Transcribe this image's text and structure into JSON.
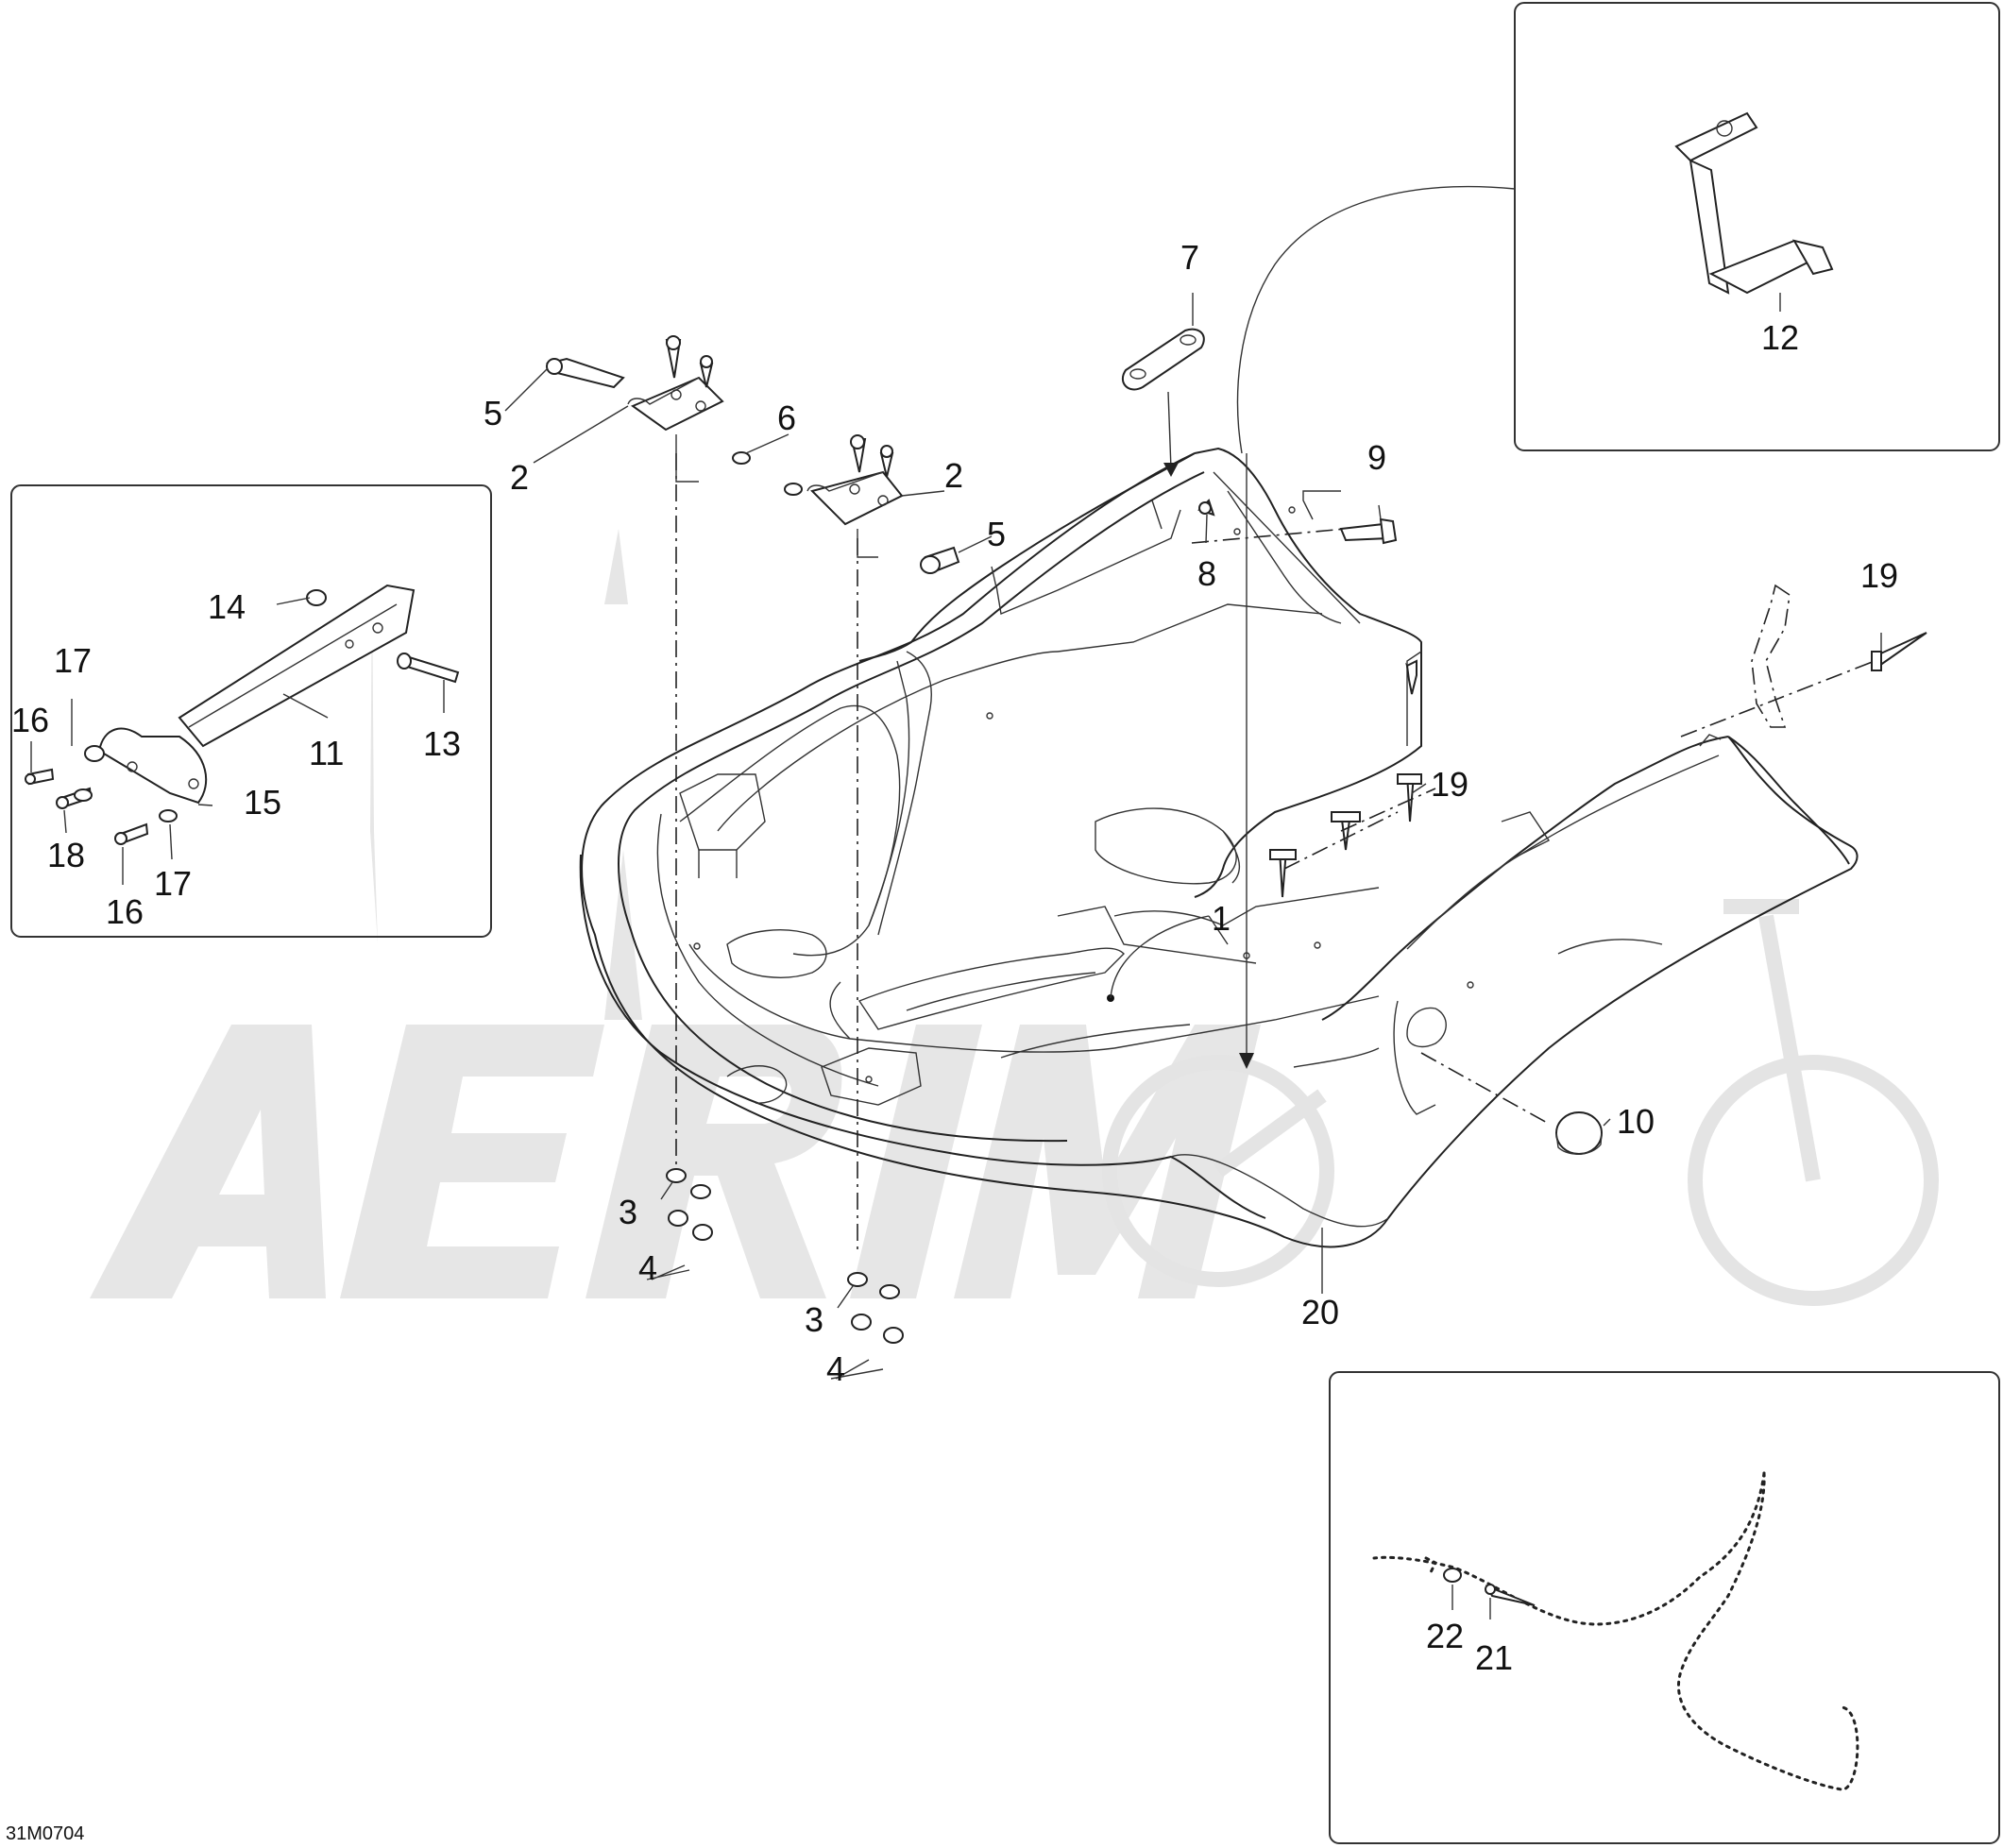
{
  "diagram": {
    "drawing_code": "31M0704",
    "callouts": [
      {
        "id": "c1",
        "label": "1"
      },
      {
        "id": "c2a",
        "label": "2"
      },
      {
        "id": "c2b",
        "label": "2"
      },
      {
        "id": "c3a",
        "label": "3"
      },
      {
        "id": "c3b",
        "label": "3"
      },
      {
        "id": "c4a",
        "label": "4"
      },
      {
        "id": "c4b",
        "label": "4"
      },
      {
        "id": "c5a",
        "label": "5"
      },
      {
        "id": "c5b",
        "label": "5"
      },
      {
        "id": "c6",
        "label": "6"
      },
      {
        "id": "c7",
        "label": "7"
      },
      {
        "id": "c8",
        "label": "8"
      },
      {
        "id": "c9",
        "label": "9"
      },
      {
        "id": "c10",
        "label": "10"
      },
      {
        "id": "c11",
        "label": "11"
      },
      {
        "id": "c12",
        "label": "12"
      },
      {
        "id": "c13",
        "label": "13"
      },
      {
        "id": "c14",
        "label": "14"
      },
      {
        "id": "c15",
        "label": "15"
      },
      {
        "id": "c16a",
        "label": "16"
      },
      {
        "id": "c16b",
        "label": "16"
      },
      {
        "id": "c17a",
        "label": "17"
      },
      {
        "id": "c17b",
        "label": "17"
      },
      {
        "id": "c18",
        "label": "18"
      },
      {
        "id": "c19a",
        "label": "19"
      },
      {
        "id": "c19b",
        "label": "19"
      },
      {
        "id": "c20",
        "label": "20"
      },
      {
        "id": "c21",
        "label": "21"
      },
      {
        "id": "c22",
        "label": "22"
      }
    ]
  }
}
